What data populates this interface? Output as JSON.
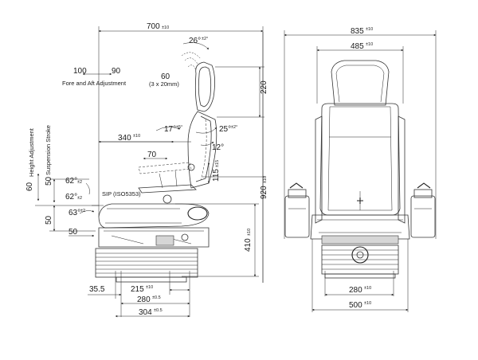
{
  "side_view": {
    "width": {
      "value": "700",
      "tol": "±10"
    },
    "back_angle": {
      "value": "26°",
      "tol": "±2°"
    },
    "fore_aft": {
      "a": "100",
      "b": "90",
      "label": "Fore and Aft Adjustment"
    },
    "headrest_adj": {
      "value": "60",
      "detail": "(3 x 20mm)"
    },
    "headrest_height": {
      "value": "220"
    },
    "recline_17": {
      "value": "17°",
      "tol": "±5°"
    },
    "recline_25": {
      "value": "25°",
      "tol": "±2°"
    },
    "recline_12": {
      "value": "12°"
    },
    "depth": {
      "value": "340",
      "tol": "±10"
    },
    "cushion_70": {
      "value": "70"
    },
    "cushion_115": {
      "value": "115",
      "tol": "±15"
    },
    "height_total": {
      "value": "920",
      "tol": "±10"
    },
    "height_adjustment": {
      "value": "60",
      "label": "Height Adjustment"
    },
    "suspension_stroke": {
      "value": "50",
      "label": "Suspension Stroke"
    },
    "angle_62a": {
      "value": "62°",
      "tol": "±2"
    },
    "angle_62b": {
      "value": "62°",
      "tol": "±2"
    },
    "sip": {
      "label": "SIP (ISO5353)"
    },
    "angle_63": {
      "value": "63°",
      "tol": "±2"
    },
    "left_50": {
      "value": "50"
    },
    "left_50b": {
      "value": "50"
    },
    "seat_height": {
      "value": "410",
      "tol": "±10"
    },
    "base_35_5": {
      "value": "35.5"
    },
    "base_215": {
      "value": "215",
      "tol": "±10"
    },
    "base_280": {
      "value": "280",
      "tol": "±0.5"
    },
    "base_304": {
      "value": "304",
      "tol": "±0.5"
    }
  },
  "front_view": {
    "width": {
      "value": "835",
      "tol": "±10"
    },
    "back_width": {
      "value": "485",
      "tol": "±10"
    },
    "base_280": {
      "value": "280",
      "tol": "±10"
    },
    "base_500": {
      "value": "500",
      "tol": "±10"
    }
  }
}
